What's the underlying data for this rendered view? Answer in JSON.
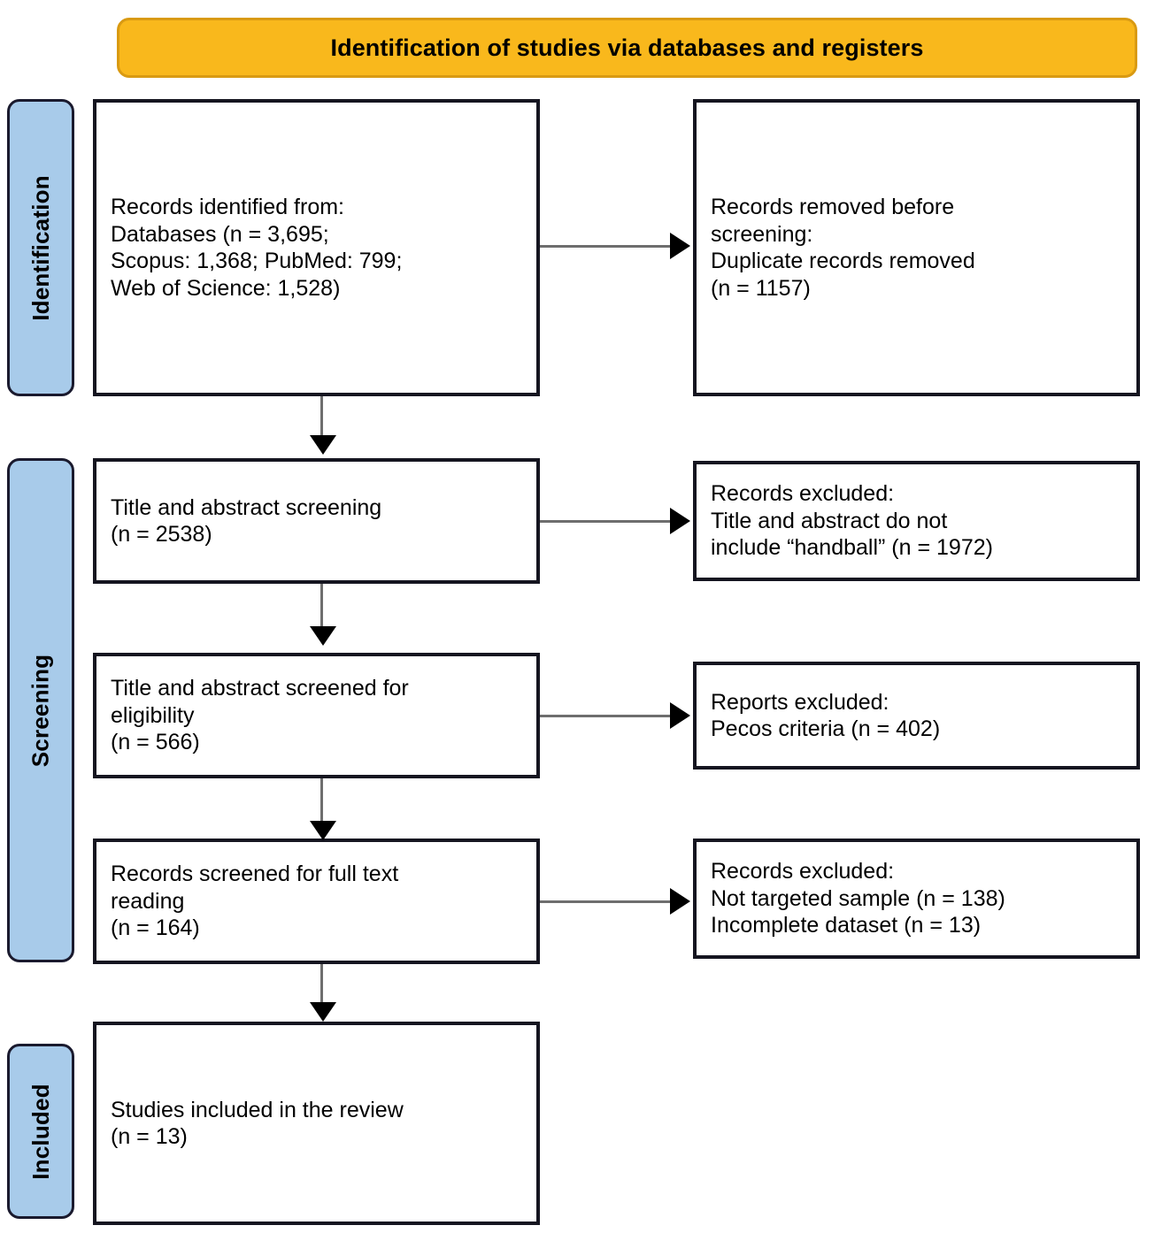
{
  "diagram": {
    "title": "Identification of studies via databases and registers",
    "accent_orange": "#F9B81C",
    "accent_blue": "#A8CBEA",
    "stages": {
      "identification": "Identification",
      "screening": "Screening",
      "included": "Included"
    },
    "boxes": {
      "identified": "Records identified from:\n    Databases (n = 3,695;\n    Scopus: 1,368; PubMed: 799;\n    Web of Science: 1,528)",
      "removed": "Records removed before\nscreening:\n    Duplicate records removed\n    (n = 1157)",
      "title_abstract_screening": "Title and abstract screening\n(n = 2538)",
      "excluded_title_abstract": "Records excluded:\n    Title and abstract do not\n    include “handball” (n = 1972)",
      "eligibility": "Title and abstract screened for\neligibility\n(n = 566)",
      "excluded_pecos": "Reports excluded:\n    Pecos criteria (n = 402)",
      "full_text": "Records screened for full text\nreading\n(n = 164)",
      "excluded_full_text": "Records excluded:\n    Not targeted sample (n = 138)\n    Incomplete dataset (n = 13)",
      "included": "Studies included in the review\n(n = 13)"
    }
  },
  "chart_data": {
    "type": "diagram",
    "title": "Identification of studies via databases and registers",
    "nodes": [
      {
        "id": "identified",
        "stage": "Identification",
        "column": "left",
        "label": "Records identified from: Databases",
        "n": 3695,
        "breakdown": {
          "Scopus": 1368,
          "PubMed": 799,
          "Web of Science": 1528
        }
      },
      {
        "id": "removed",
        "stage": "Identification",
        "column": "right",
        "label": "Records removed before screening: Duplicate records removed",
        "n": 1157
      },
      {
        "id": "title_abstract_screening",
        "stage": "Screening",
        "column": "left",
        "label": "Title and abstract screening",
        "n": 2538
      },
      {
        "id": "excluded_title_abstract",
        "stage": "Screening",
        "column": "right",
        "label": "Records excluded: Title and abstract do not include “handball”",
        "n": 1972
      },
      {
        "id": "eligibility",
        "stage": "Screening",
        "column": "left",
        "label": "Title and abstract screened for eligibility",
        "n": 566
      },
      {
        "id": "excluded_pecos",
        "stage": "Screening",
        "column": "right",
        "label": "Reports excluded: Pecos criteria",
        "n": 402
      },
      {
        "id": "full_text",
        "stage": "Screening",
        "column": "left",
        "label": "Records screened for full text reading",
        "n": 164
      },
      {
        "id": "excluded_full_text",
        "stage": "Screening",
        "column": "right",
        "label": "Records excluded",
        "breakdown": {
          "Not targeted sample": 138,
          "Incomplete dataset": 13
        }
      },
      {
        "id": "included",
        "stage": "Included",
        "column": "left",
        "label": "Studies included in the review",
        "n": 13
      }
    ],
    "edges": [
      {
        "from": "identified",
        "to": "removed",
        "direction": "right"
      },
      {
        "from": "identified",
        "to": "title_abstract_screening",
        "direction": "down"
      },
      {
        "from": "title_abstract_screening",
        "to": "excluded_title_abstract",
        "direction": "right"
      },
      {
        "from": "title_abstract_screening",
        "to": "eligibility",
        "direction": "down"
      },
      {
        "from": "eligibility",
        "to": "excluded_pecos",
        "direction": "right"
      },
      {
        "from": "eligibility",
        "to": "full_text",
        "direction": "down"
      },
      {
        "from": "full_text",
        "to": "excluded_full_text",
        "direction": "right"
      },
      {
        "from": "full_text",
        "to": "included",
        "direction": "down"
      }
    ]
  }
}
